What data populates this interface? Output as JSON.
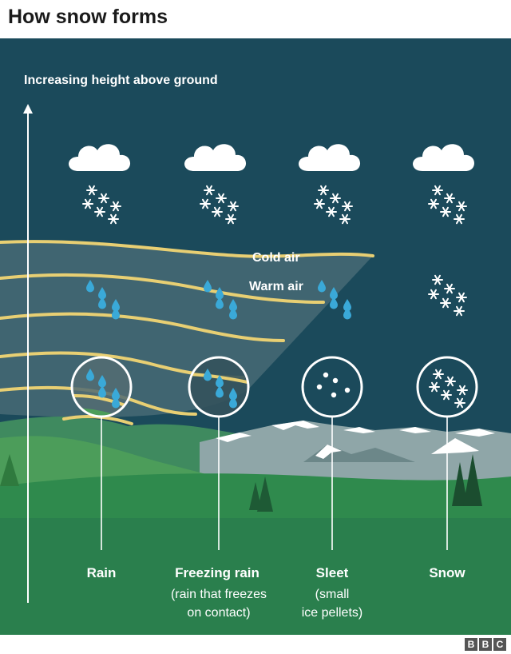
{
  "title": "How snow forms",
  "axis_label": "Increasing height above ground",
  "air_labels": {
    "cold": "Cold air",
    "warm": "Warm air"
  },
  "categories": [
    {
      "label": "Rain",
      "sub": []
    },
    {
      "label": "Freezing rain",
      "sub": [
        "(rain that freezes",
        "on contact)"
      ]
    },
    {
      "label": "Sleet",
      "sub": [
        "(small",
        "ice pellets)"
      ]
    },
    {
      "label": "Snow",
      "sub": []
    }
  ],
  "logo": [
    "B",
    "B",
    "C"
  ],
  "colors": {
    "sky": "#1b4a5b",
    "ground": "#2a7f4d",
    "warm_band": "#e8cf73",
    "rain": "#3aa9d8"
  }
}
